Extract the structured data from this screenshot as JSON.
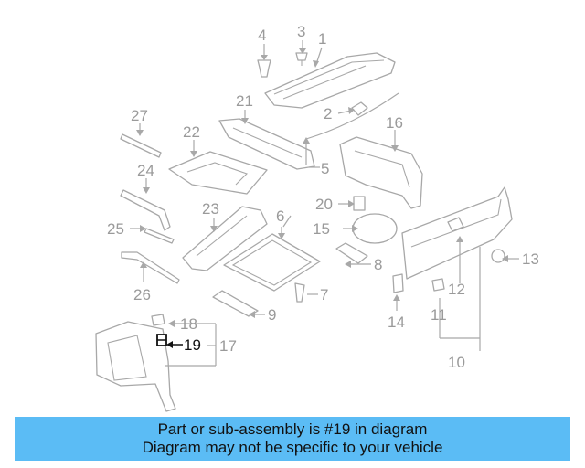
{
  "diagram": {
    "callouts": [
      "1",
      "2",
      "3",
      "4",
      "5",
      "6",
      "7",
      "8",
      "9",
      "10",
      "11",
      "12",
      "13",
      "14",
      "15",
      "16",
      "17",
      "18",
      "19",
      "20",
      "21",
      "22",
      "23",
      "24",
      "25",
      "26",
      "27"
    ],
    "highlighted_part": "19"
  },
  "banner": {
    "line1": "Part or sub-assembly is #19 in diagram",
    "line2": "Diagram may not be specific to your vehicle"
  },
  "colors": {
    "banner_bg": "#5bbcf5",
    "line_art": "#a8a8a8",
    "highlight": "#111111"
  }
}
